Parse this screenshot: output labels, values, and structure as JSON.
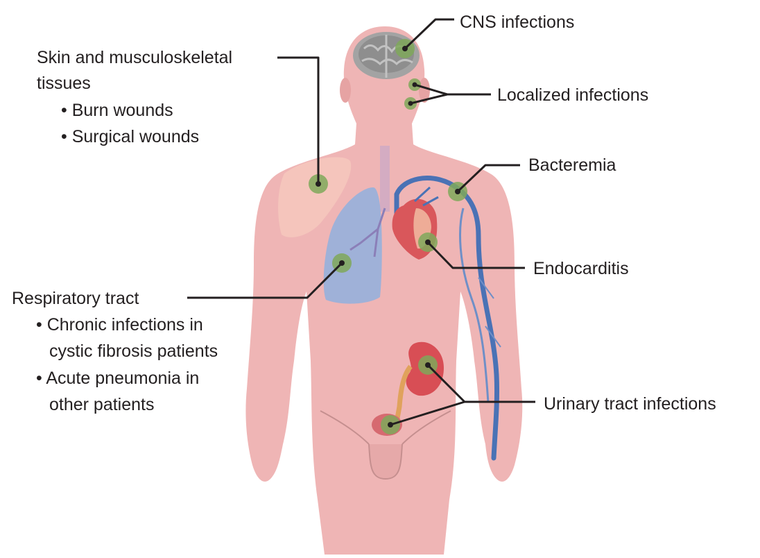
{
  "labels": {
    "cns": "CNS infections",
    "localized": "Localized infections",
    "bacteremia": "Bacteremia",
    "endocarditis": "Endocarditis",
    "urinary": "Urinary tract infections",
    "skin": {
      "line1": "Skin and musculoskeletal",
      "line2": "tissues",
      "bullets": [
        "• Burn wounds",
        "• Surgical wounds"
      ]
    },
    "respiratory": {
      "title": "Respiratory tract",
      "bullets": [
        "• Chronic infections in",
        "cystic fibrosis patients",
        "• Acute pneumonia in",
        "other patients"
      ]
    }
  },
  "colors": {
    "skin": "#efb5b5",
    "skin_dark": "#e6a3a3",
    "brain": "#9b9b9b",
    "lung": "#9fb1d8",
    "heart": "#d9575b",
    "vein": "#4a72b5",
    "kidney": "#d84e55",
    "marker": "#7fa85a",
    "leader_line": "#231f20"
  },
  "icons": [
    "body-silhouette",
    "brain-icon",
    "lung-icon",
    "heart-icon",
    "vein-icon",
    "kidney-icon",
    "bladder-icon",
    "infection-marker"
  ]
}
